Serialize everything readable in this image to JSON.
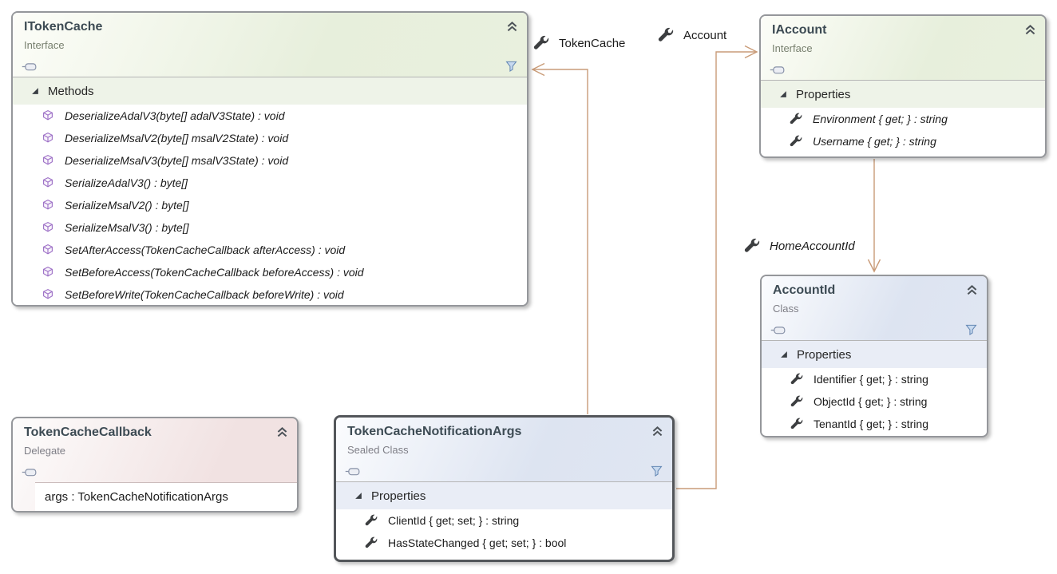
{
  "diagram": {
    "colors": {
      "connector": "#c99b78",
      "interface_header": "#e7efdc",
      "class_header": "#dde4f1",
      "delegate_header": "#f1e2e2",
      "selected_border": "#53565a"
    },
    "boxes": [
      {
        "title": "ITokenCache",
        "subtitle": "Interface",
        "icons": {
          "collapse": "chevron-double-up",
          "expand_members": "pill",
          "filter": "funnel"
        },
        "sections": [
          {
            "label": "Methods",
            "members": [
              {
                "icon": "method-cube",
                "text": "DeserializeAdalV3(byte[] adalV3State) : void"
              },
              {
                "icon": "method-cube",
                "text": "DeserializeMsalV2(byte[] msalV2State) : void"
              },
              {
                "icon": "method-cube",
                "text": "DeserializeMsalV3(byte[] msalV3State) : void"
              },
              {
                "icon": "method-cube",
                "text": "SerializeAdalV3() : byte[]"
              },
              {
                "icon": "method-cube",
                "text": "SerializeMsalV2() : byte[]"
              },
              {
                "icon": "method-cube",
                "text": "SerializeMsalV3() : byte[]"
              },
              {
                "icon": "method-cube",
                "text": "SetAfterAccess(TokenCacheCallback afterAccess) : void"
              },
              {
                "icon": "method-cube",
                "text": "SetBeforeAccess(TokenCacheCallback beforeAccess) : void"
              },
              {
                "icon": "method-cube",
                "text": "SetBeforeWrite(TokenCacheCallback beforeWrite) : void"
              }
            ]
          }
        ]
      },
      {
        "title": "IAccount",
        "subtitle": "Interface",
        "icons": {
          "collapse": "chevron-double-up",
          "expand_members": "pill"
        },
        "sections": [
          {
            "label": "Properties",
            "members": [
              {
                "icon": "wrench",
                "text": "Environment { get; } : string"
              },
              {
                "icon": "wrench",
                "text": "Username { get; } : string"
              }
            ]
          }
        ]
      },
      {
        "title": "AccountId",
        "subtitle": "Class",
        "icons": {
          "collapse": "chevron-double-up",
          "expand_members": "pill",
          "filter": "funnel"
        },
        "sections": [
          {
            "label": "Properties",
            "members": [
              {
                "icon": "wrench",
                "text": "Identifier { get; } : string"
              },
              {
                "icon": "wrench",
                "text": "ObjectId { get; } : string"
              },
              {
                "icon": "wrench",
                "text": "TenantId { get; } : string"
              }
            ]
          }
        ]
      },
      {
        "title": "TokenCacheCallback",
        "subtitle": "Delegate",
        "icons": {
          "collapse": "chevron-double-up",
          "expand_members": "pill"
        },
        "members": [
          {
            "text": "args : TokenCacheNotificationArgs"
          }
        ]
      },
      {
        "title": "TokenCacheNotificationArgs",
        "subtitle": "Sealed Class",
        "selected": true,
        "icons": {
          "collapse": "chevron-double-up",
          "expand_members": "pill",
          "filter": "funnel"
        },
        "sections": [
          {
            "label": "Properties",
            "members": [
              {
                "icon": "wrench",
                "text": "ClientId { get; set; } : string"
              },
              {
                "icon": "wrench",
                "text": "HasStateChanged { get; set; } : bool"
              }
            ]
          }
        ]
      }
    ],
    "connectors": [
      {
        "from": "TokenCacheNotificationArgs",
        "to": "ITokenCache",
        "label": "TokenCache",
        "icon": "wrench"
      },
      {
        "from": "TokenCacheNotificationArgs",
        "to": "IAccount",
        "label": "Account",
        "icon": "wrench"
      },
      {
        "from": "IAccount",
        "to": "AccountId",
        "label": "HomeAccountId",
        "icon": "wrench"
      }
    ]
  }
}
